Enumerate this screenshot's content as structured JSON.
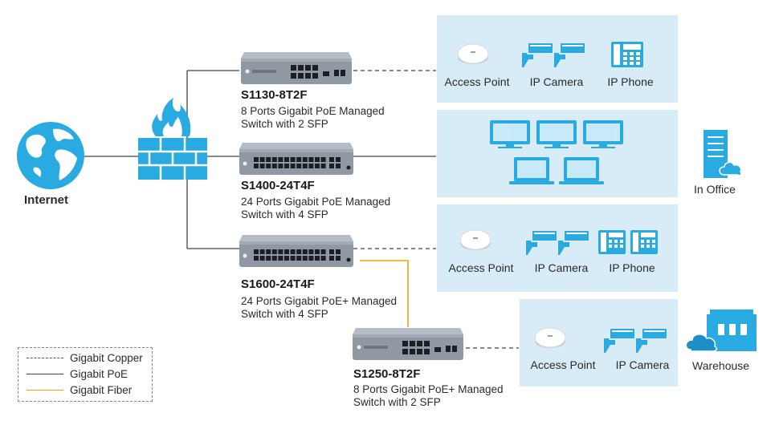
{
  "internet": {
    "label": "Internet"
  },
  "switches": [
    {
      "model": "S1130-8T2F",
      "desc1": "8 Ports Gigabit PoE Managed",
      "desc2": "Switch with 2 SFP"
    },
    {
      "model": "S1400-24T4F",
      "desc1": "24 Ports Gigabit PoE Managed",
      "desc2": "Switch with 4 SFP"
    },
    {
      "model": "S1600-24T4F",
      "desc1": "24 Ports Gigabit PoE+ Managed",
      "desc2": "Switch with 4 SFP"
    },
    {
      "model": "S1250-8T2F",
      "desc1": "8 Ports Gigabit PoE+ Managed",
      "desc2": "Switch with 2 SFP"
    }
  ],
  "panels": {
    "p1": {
      "access_point": "Access Point",
      "ip_camera": "IP Camera",
      "ip_phone": "IP Phone"
    },
    "p3": {
      "access_point": "Access Point",
      "ip_camera": "IP Camera",
      "ip_phone": "IP Phone"
    },
    "p4": {
      "access_point": "Access Point",
      "ip_camera": "IP Camera"
    }
  },
  "sites": {
    "office": "In Office",
    "warehouse": "Warehouse"
  },
  "legend": {
    "copper": "Gigabit Copper",
    "poe": "Gigabit PoE",
    "fiber": "Gigabit Fiber"
  },
  "colors": {
    "panel": "#d7ecf7",
    "icon_blue": "#29abe2",
    "fiber": "#f0a30a",
    "switch_body": "#8f98a3"
  }
}
